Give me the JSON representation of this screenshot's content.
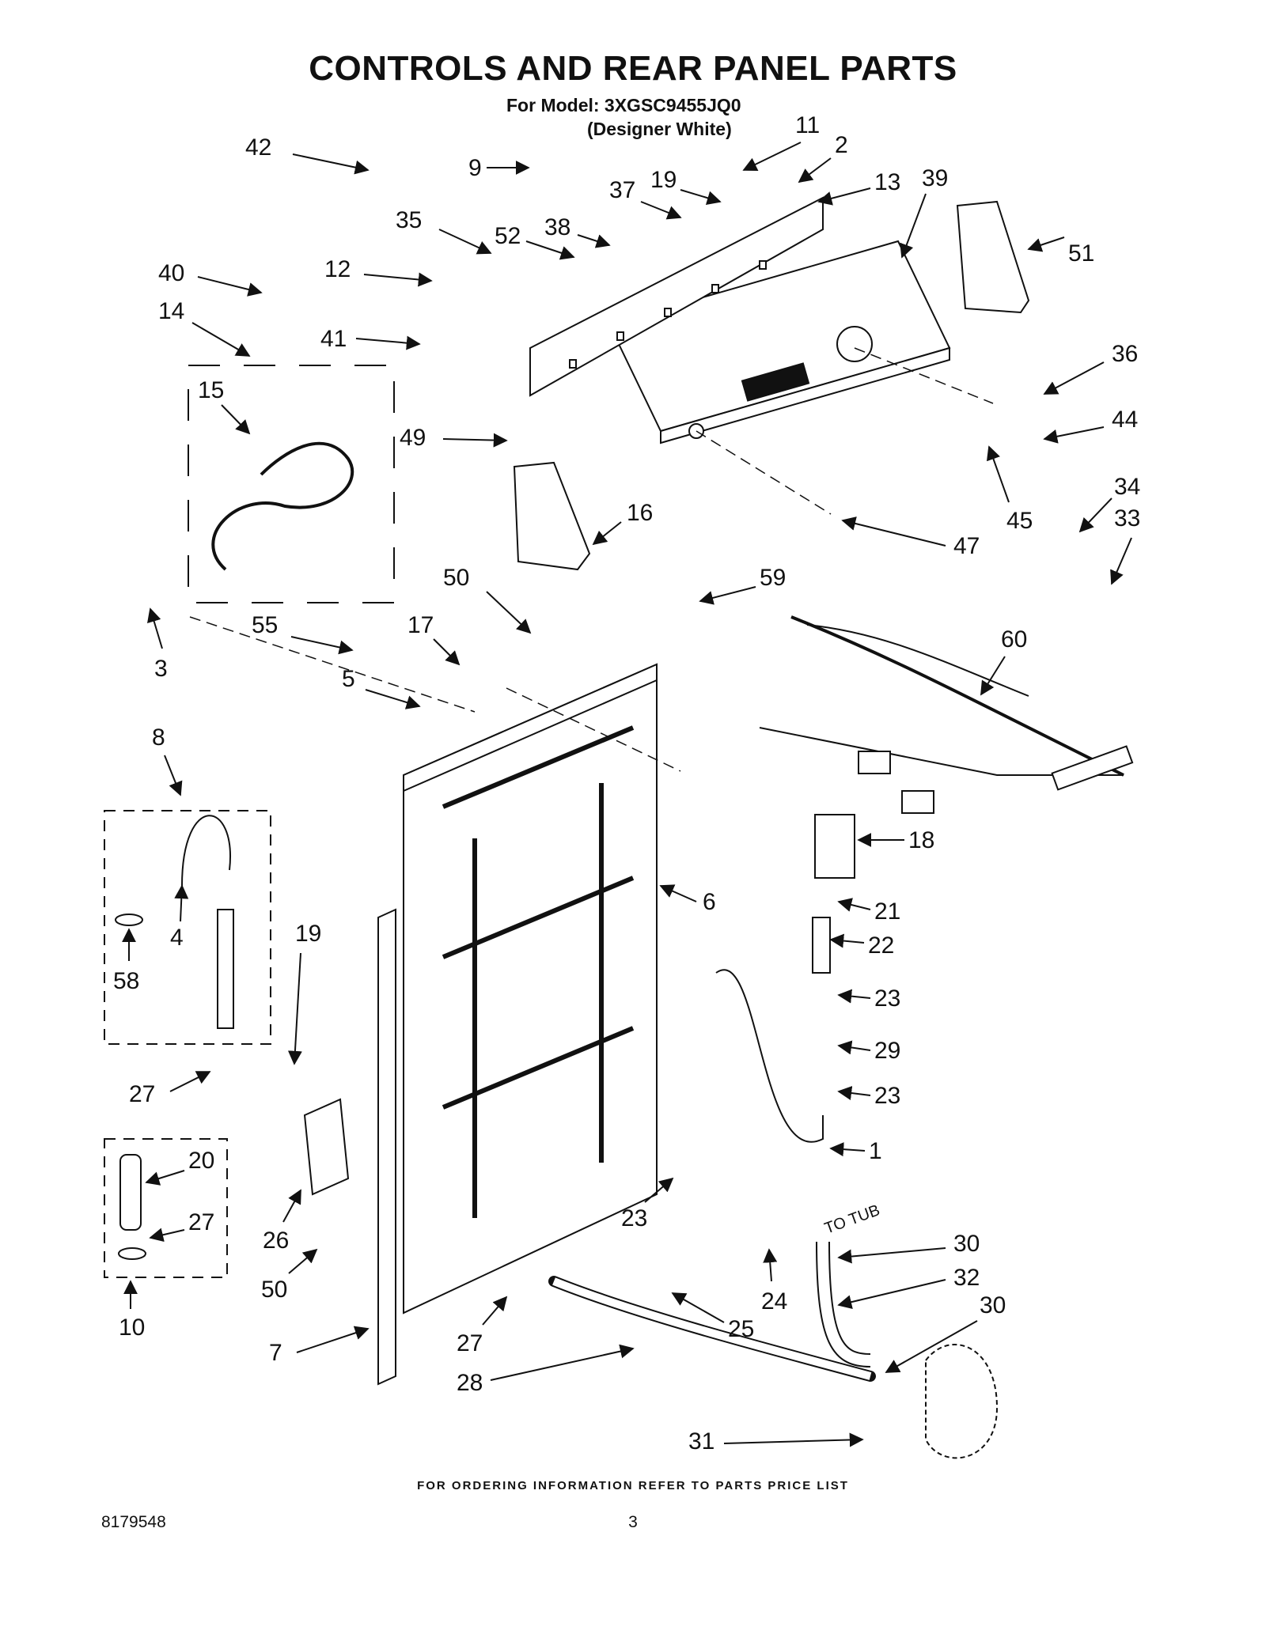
{
  "header": {
    "title": "CONTROLS AND REAR PANEL PARTS",
    "model_line": "For Model: 3XGSC9455JQ0",
    "variant_line": "(Designer White)"
  },
  "diagram": {
    "callouts": [
      "42",
      "9",
      "11",
      "2",
      "37",
      "19",
      "13",
      "39",
      "35",
      "52",
      "38",
      "51",
      "40",
      "12",
      "14",
      "41",
      "36",
      "15",
      "44",
      "49",
      "45",
      "16",
      "34",
      "33",
      "47",
      "50",
      "59",
      "55",
      "17",
      "60",
      "3",
      "5",
      "8",
      "18",
      "6",
      "21",
      "22",
      "19",
      "4",
      "58",
      "23",
      "29",
      "27",
      "23",
      "20",
      "1",
      "27",
      "26",
      "23",
      "24",
      "50",
      "30",
      "32",
      "10",
      "7",
      "27",
      "25",
      "30",
      "28",
      "31"
    ],
    "annotation": "TO TUB"
  },
  "footer": {
    "ordering_note": "FOR ORDERING INFORMATION REFER TO PARTS PRICE LIST",
    "doc_number": "8179548",
    "page_number": "3"
  }
}
